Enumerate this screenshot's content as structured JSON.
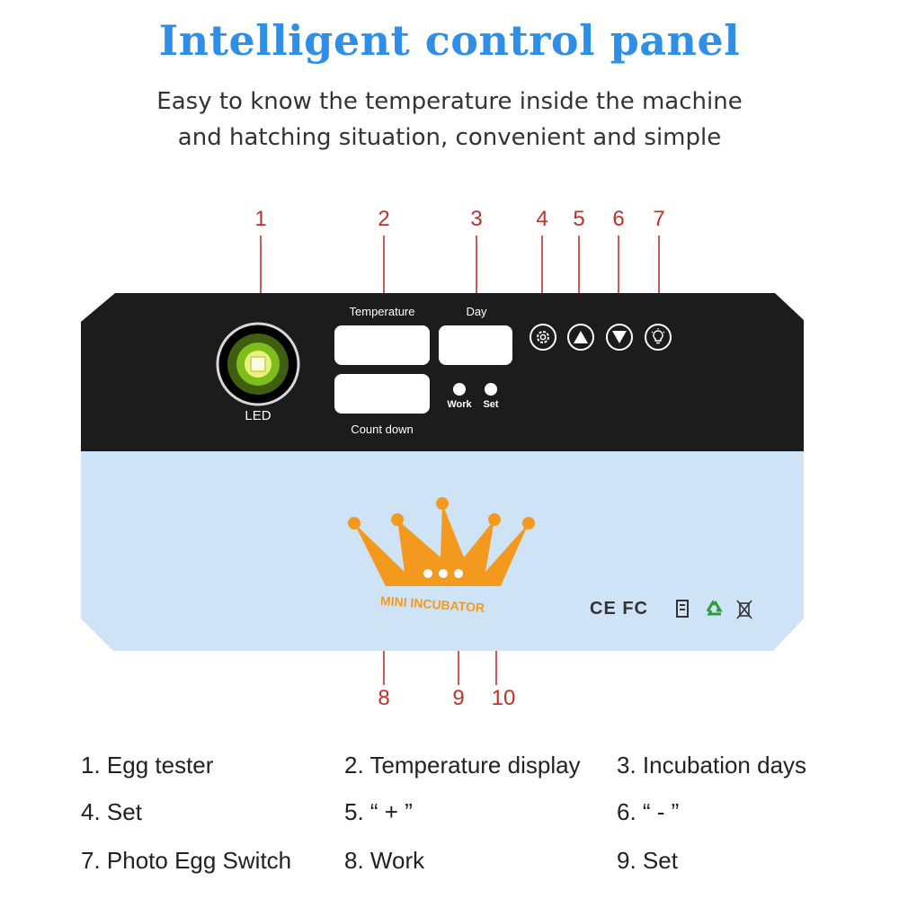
{
  "header": {
    "title": "Intelligent control panel",
    "subtitle_line1": "Easy to know the temperature inside the machine",
    "subtitle_line2": "and hatching situation, convenient and simple"
  },
  "callouts": {
    "n1": "1",
    "n2": "2",
    "n3": "3",
    "n4": "4",
    "n5": "5",
    "n6": "6",
    "n7": "7",
    "n8": "8",
    "n9": "9",
    "n10": "10"
  },
  "panel": {
    "led_label": "LED",
    "temperature_label": "Temperature",
    "day_label": "Day",
    "countdown_label": "Count down",
    "work_label": "Work",
    "set_label": "Set",
    "brand_text": "MINI INCUBATOR",
    "certifications": "CE FC",
    "icons": [
      "gear-icon",
      "up-arrow-icon",
      "down-arrow-icon",
      "lightbulb-icon"
    ],
    "colors": {
      "top": "#1c1c1c",
      "bottom": "#cfe3f7",
      "crown": "#f39a1e",
      "callout": "#c0302b",
      "title": "#2f8fe6"
    }
  },
  "legend": {
    "item1": "1. Egg tester",
    "item2": "2. Temperature display",
    "item3": "3. Incubation days",
    "item4": "4. Set",
    "item5": "5. “ + ”",
    "item6": "6. “ - ”",
    "item7": "7. Photo Egg Switch",
    "item8": "8. Work",
    "item9": "9. Set"
  }
}
